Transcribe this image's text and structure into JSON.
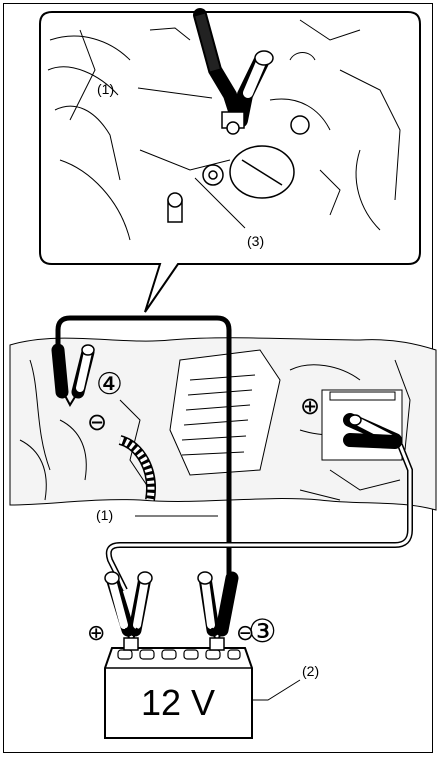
{
  "callouts": {
    "cable_top": "(1)",
    "engine_ground": "(3)",
    "cable_mid": "(1)",
    "booster_battery": "(2)"
  },
  "step_numbers": {
    "step_three": "③",
    "step_four": "④"
  },
  "polarity": {
    "positive": "⊕",
    "negative": "⊖"
  },
  "battery": {
    "voltage_label": "12 V"
  },
  "colors": {
    "line": "#000000",
    "background": "#ffffff",
    "engine_fill": "#f2f2f2"
  }
}
